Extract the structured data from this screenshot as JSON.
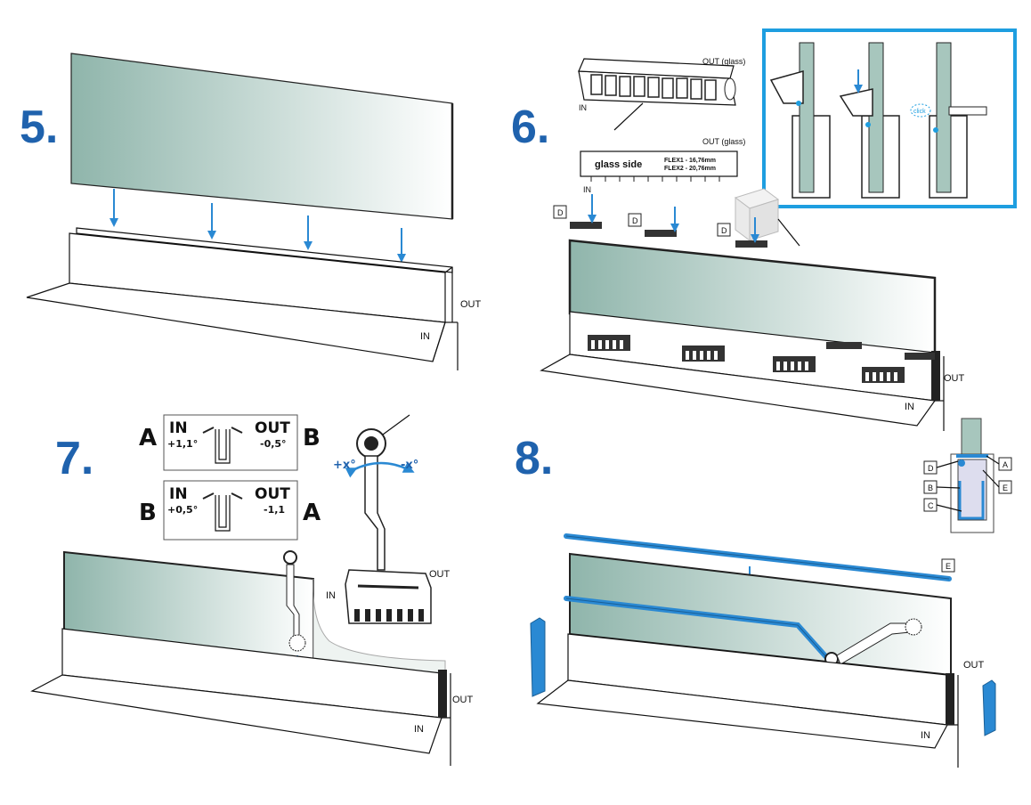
{
  "colors": {
    "step_number": "#1f62ad",
    "arrow": "#2a89d3",
    "glass_dark": "#8fb5ab",
    "glass_light": "#ffffff",
    "highlight_frame": "#1e9ee0",
    "gasket": "#2a89d3"
  },
  "step5": {
    "number": "5.",
    "label_out": "OUT",
    "label_in": "IN"
  },
  "step6": {
    "number": "6.",
    "label_out_glass_top": "OUT (glass)",
    "label_in_top": "IN",
    "label_out_glass_bottom": "OUT (glass)",
    "label_in_bottom": "IN",
    "strip_text_main": "glass side",
    "strip_text_flex1": "FLEX1 - 16,76mm",
    "strip_text_flex2": "FLEX2 - 20,76mm",
    "tag_d": "D",
    "click_label": "click",
    "label_out": "OUT",
    "label_in": "IN"
  },
  "step7": {
    "number": "7.",
    "row1": {
      "left": "A",
      "in": "IN",
      "in_val": "+1,1°",
      "out": "OUT",
      "out_val": "-0,5°",
      "right": "B"
    },
    "row2": {
      "left": "B",
      "in": "IN",
      "in_val": "+0,5°",
      "out": "OUT",
      "out_val": "-1,1",
      "right": "A"
    },
    "angle_plus": "+x°",
    "angle_minus": "-x°",
    "tool_out": "OUT",
    "tool_in": "IN",
    "label_out": "OUT",
    "label_in": "IN"
  },
  "step8": {
    "number": "8.",
    "tag_a": "A",
    "tag_b": "B",
    "tag_c": "C",
    "tag_d": "D",
    "tag_e": "E",
    "tag_e_gasket": "E",
    "label_out": "OUT",
    "label_in": "IN"
  }
}
